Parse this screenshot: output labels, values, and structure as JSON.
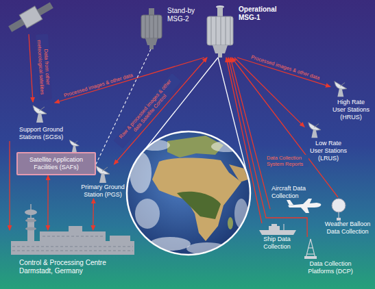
{
  "diagram": {
    "nodes": [
      {
        "text": [
          "Stand-by MSG-2"
        ]
      },
      {
        "text": [
          "Operational MSG-1"
        ]
      },
      {
        "text": [
          "Support Ground Stations (SGSs)"
        ]
      },
      {
        "text": [
          "Satellite Application Facilities (SAFs)"
        ]
      },
      {
        "text": [
          "Primary Ground Station (PGS)"
        ]
      },
      {
        "text": [
          "Control & Processing Centre Darmstadt, Germany"
        ]
      },
      {
        "text": [
          "High Rate User Stations (HRUS)"
        ]
      },
      {
        "text": [
          "Low Rate User Stations (LRUS)"
        ]
      },
      {
        "text": [
          "Aircraft Data Collection"
        ]
      },
      {
        "text": [
          "Weather Balloon Data Collection"
        ]
      },
      {
        "text": [
          "Ship Data Collection"
        ]
      },
      {
        "text": [
          "Data Collection Platforms (DCP)"
        ]
      }
    ],
    "edges": [
      {
        "from": 1,
        "to": 2,
        "label": "Processed images & other data",
        "arrow": "to"
      },
      {
        "from": 1,
        "to": 4,
        "label": "Raw & processed images & other data Satellite Control",
        "arrow": "both"
      },
      {
        "from": 0,
        "to": 4,
        "arrow": "none"
      },
      {
        "from": 1,
        "to": 6,
        "label": "Processed images & other data",
        "arrow": "to"
      },
      {
        "from": 1,
        "to": 7,
        "arrow": "to"
      },
      {
        "from": 8,
        "to": 1,
        "arrow": "to"
      },
      {
        "from": 9,
        "to": 1,
        "arrow": "to"
      },
      {
        "from": 10,
        "to": 1,
        "arrow": "to"
      },
      {
        "from": 11,
        "to": 1,
        "arrow": "to"
      },
      {
        "from": 2,
        "to": 5,
        "arrow": "to"
      },
      {
        "from": 3,
        "to": 5,
        "arrow": "both"
      },
      {
        "from": 4,
        "to": 5,
        "arrow": "both"
      }
    ],
    "labels": [
      "Data from other meteorological satellites",
      "Data Collection System Reports"
    ]
  }
}
